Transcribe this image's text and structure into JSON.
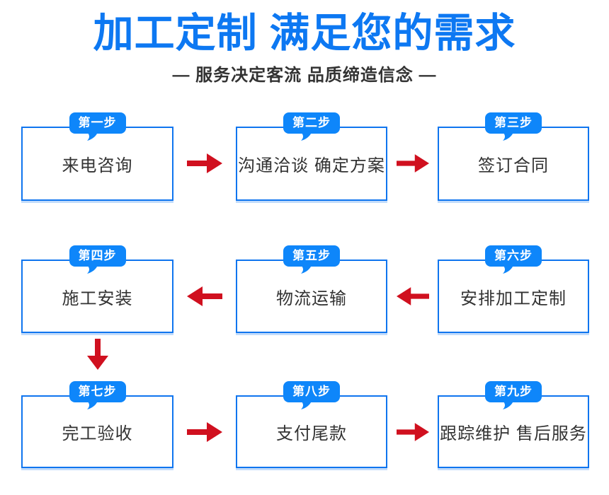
{
  "header": {
    "title": "加工定制 满足您的需求",
    "subtitle": "— 服务决定客流 品质缔造信念 —"
  },
  "steps": [
    {
      "tag": "第一步",
      "label": "来电咨询"
    },
    {
      "tag": "第二步",
      "label": "沟通洽谈 确定方案"
    },
    {
      "tag": "第三步",
      "label": "签订合同"
    },
    {
      "tag": "第四步",
      "label": "施工安装"
    },
    {
      "tag": "第五步",
      "label": "物流运输"
    },
    {
      "tag": "第六步",
      "label": "安排加工定制"
    },
    {
      "tag": "第七步",
      "label": "完工验收"
    },
    {
      "tag": "第八步",
      "label": "支付尾款"
    },
    {
      "tag": "第九步",
      "label": "跟踪维护 售后服务"
    }
  ],
  "flow_directions": {
    "row1": "right",
    "row2": "left",
    "row3": "right",
    "row2_to_row3": "down"
  },
  "icons": {
    "arrow_right": "→",
    "arrow_left": "←",
    "arrow_down": "↓"
  },
  "colors": {
    "primary_blue": "#0d78f2",
    "tag_blue": "#0e86fa",
    "border_blue": "#0f75ef",
    "arrow_red": "#d0101f",
    "text_dark": "#333333"
  }
}
